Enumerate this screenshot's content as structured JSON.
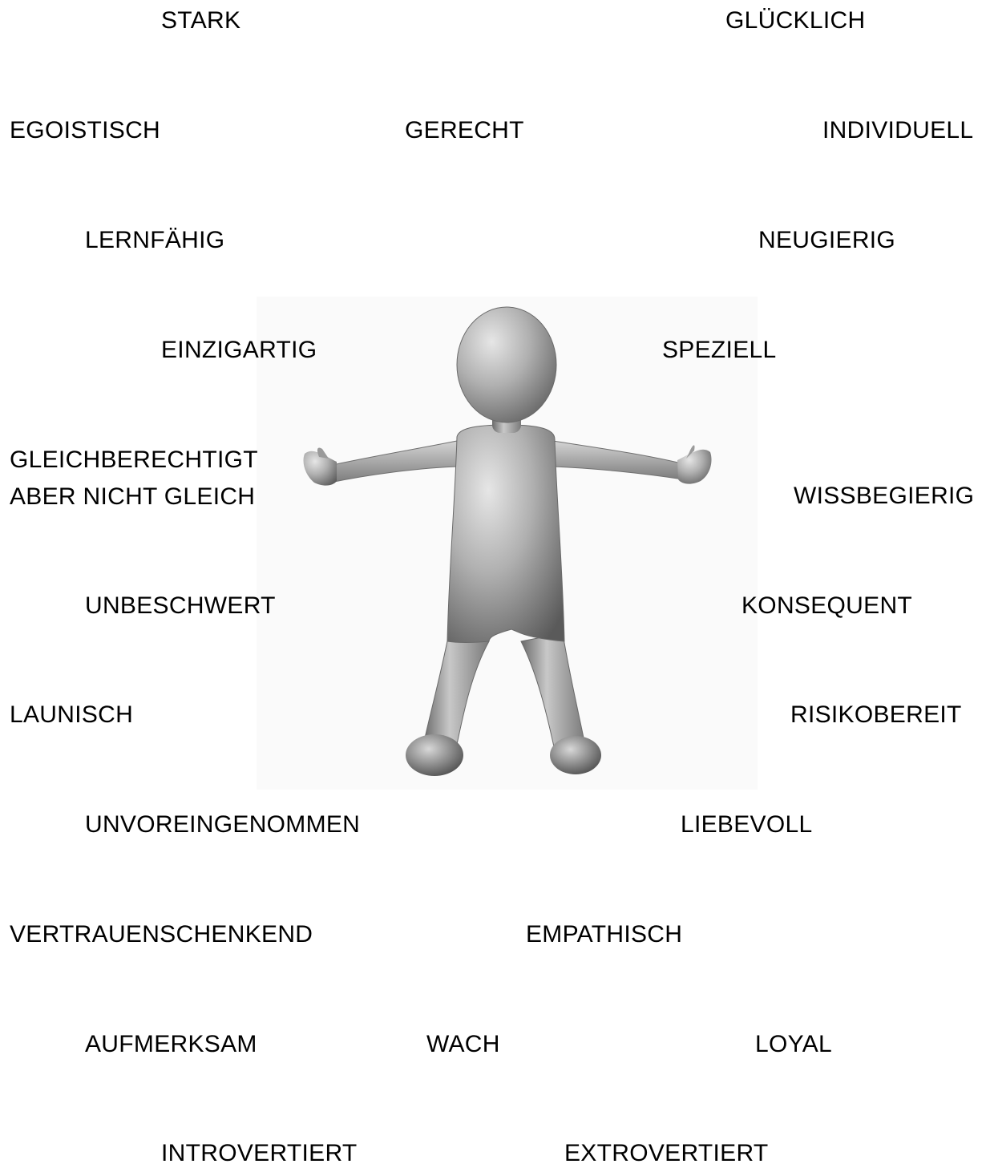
{
  "words": {
    "stark": "STARK",
    "gluecklich": "GLÜCKLICH",
    "egoistisch": "EGOISTISCH",
    "gerecht": "GERECHT",
    "individuell": "INDIVIDUELL",
    "lernfaehig": "LERNFÄHIG",
    "neugierig": "NEUGIERIG",
    "einzigartig": "EINZIGARTIG",
    "speziell": "SPEZIELL",
    "gleichberechtigt": "GLEICHBERECHTIGT\nABER NICHT GLEICH",
    "wissbegierig": "WISSBEGIERIG",
    "unbeschwert": "UNBESCHWERT",
    "konsequent": "KONSEQUENT",
    "launisch": "LAUNISCH",
    "risikobereit": "RISIKOBEREIT",
    "unvoreingenommen": "UNVOREINGENOMMEN",
    "liebevoll": "LIEBEVOLL",
    "vertrauenschenkend": "VERTRAUENSCHENKEND",
    "empathisch": "EMPATHISCH",
    "aufmerksam": "AUFMERKSAM",
    "wach": "WACH",
    "loyal": "LOYAL",
    "introvertiert": "INTROVERTIERT",
    "extrovertiert": "EXTROVERTIERT"
  },
  "figure": {
    "icon": "3d-stick-figure-arms-open",
    "body_color": "#a9a9a9",
    "shade_color": "#5c5c5c",
    "highlight_color": "#e8e8e8",
    "backdrop_color": "#fafafa"
  }
}
